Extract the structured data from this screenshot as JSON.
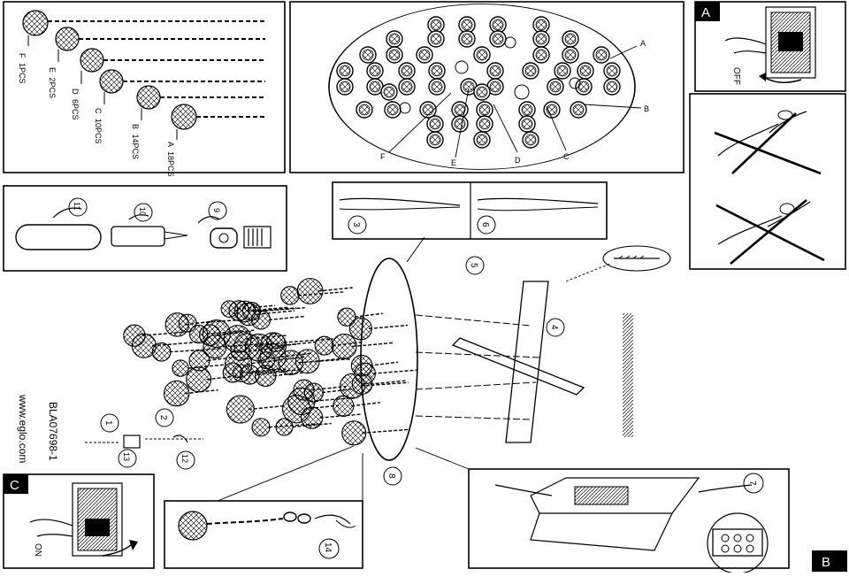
{
  "model": "BLA07698-1",
  "website": "www.eglo.com",
  "panel_a": {
    "tag": "A",
    "switch_label": "OFF"
  },
  "panel_b": {
    "tag": "B"
  },
  "panel_c": {
    "tag": "C",
    "switch_label": "ON"
  },
  "crystal_sizes": [
    {
      "letter": "F",
      "qty": "1PCS"
    },
    {
      "letter": "E",
      "qty": "2PCS"
    },
    {
      "letter": "D",
      "qty": "6PCS"
    },
    {
      "letter": "C",
      "qty": "10PCS"
    },
    {
      "letter": "B",
      "qty": "14PCS"
    },
    {
      "letter": "A",
      "qty": "18PCS"
    }
  ],
  "layout_letters": [
    "A",
    "B",
    "C",
    "D",
    "E",
    "F"
  ],
  "steps": [
    "1",
    "2",
    "3",
    "4",
    "5",
    "6",
    "7",
    "8",
    "9",
    "10",
    "11",
    "12",
    "13",
    "14"
  ]
}
